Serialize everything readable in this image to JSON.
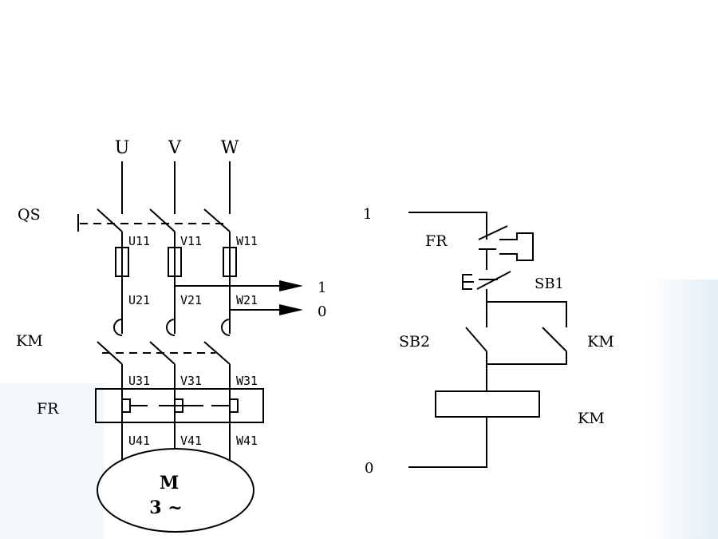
{
  "main_circuit": {
    "phase_u": "U",
    "phase_v": "V",
    "phase_w": "W",
    "qs": "QS",
    "u11": "U11",
    "v11": "V11",
    "w11": "W11",
    "u21": "U21",
    "v21": "V21",
    "w21": "W21",
    "out_1": "1",
    "out_0": "0",
    "km": "KM",
    "u31": "U31",
    "v31": "V31",
    "w31": "W31",
    "fr": "FR",
    "u41": "U41",
    "v41": "V41",
    "w41": "W41",
    "motor_m": "M",
    "motor_rating": "3 ~"
  },
  "control_circuit": {
    "node_1": "1",
    "node_0": "0",
    "fr": "FR",
    "sb1": "SB1",
    "sb2": "SB2",
    "km_contact": "KM",
    "km_coil": "KM"
  },
  "colors": {
    "line": "#000000",
    "background": "#ffffff",
    "decor_tint": "#e9f1f7"
  }
}
